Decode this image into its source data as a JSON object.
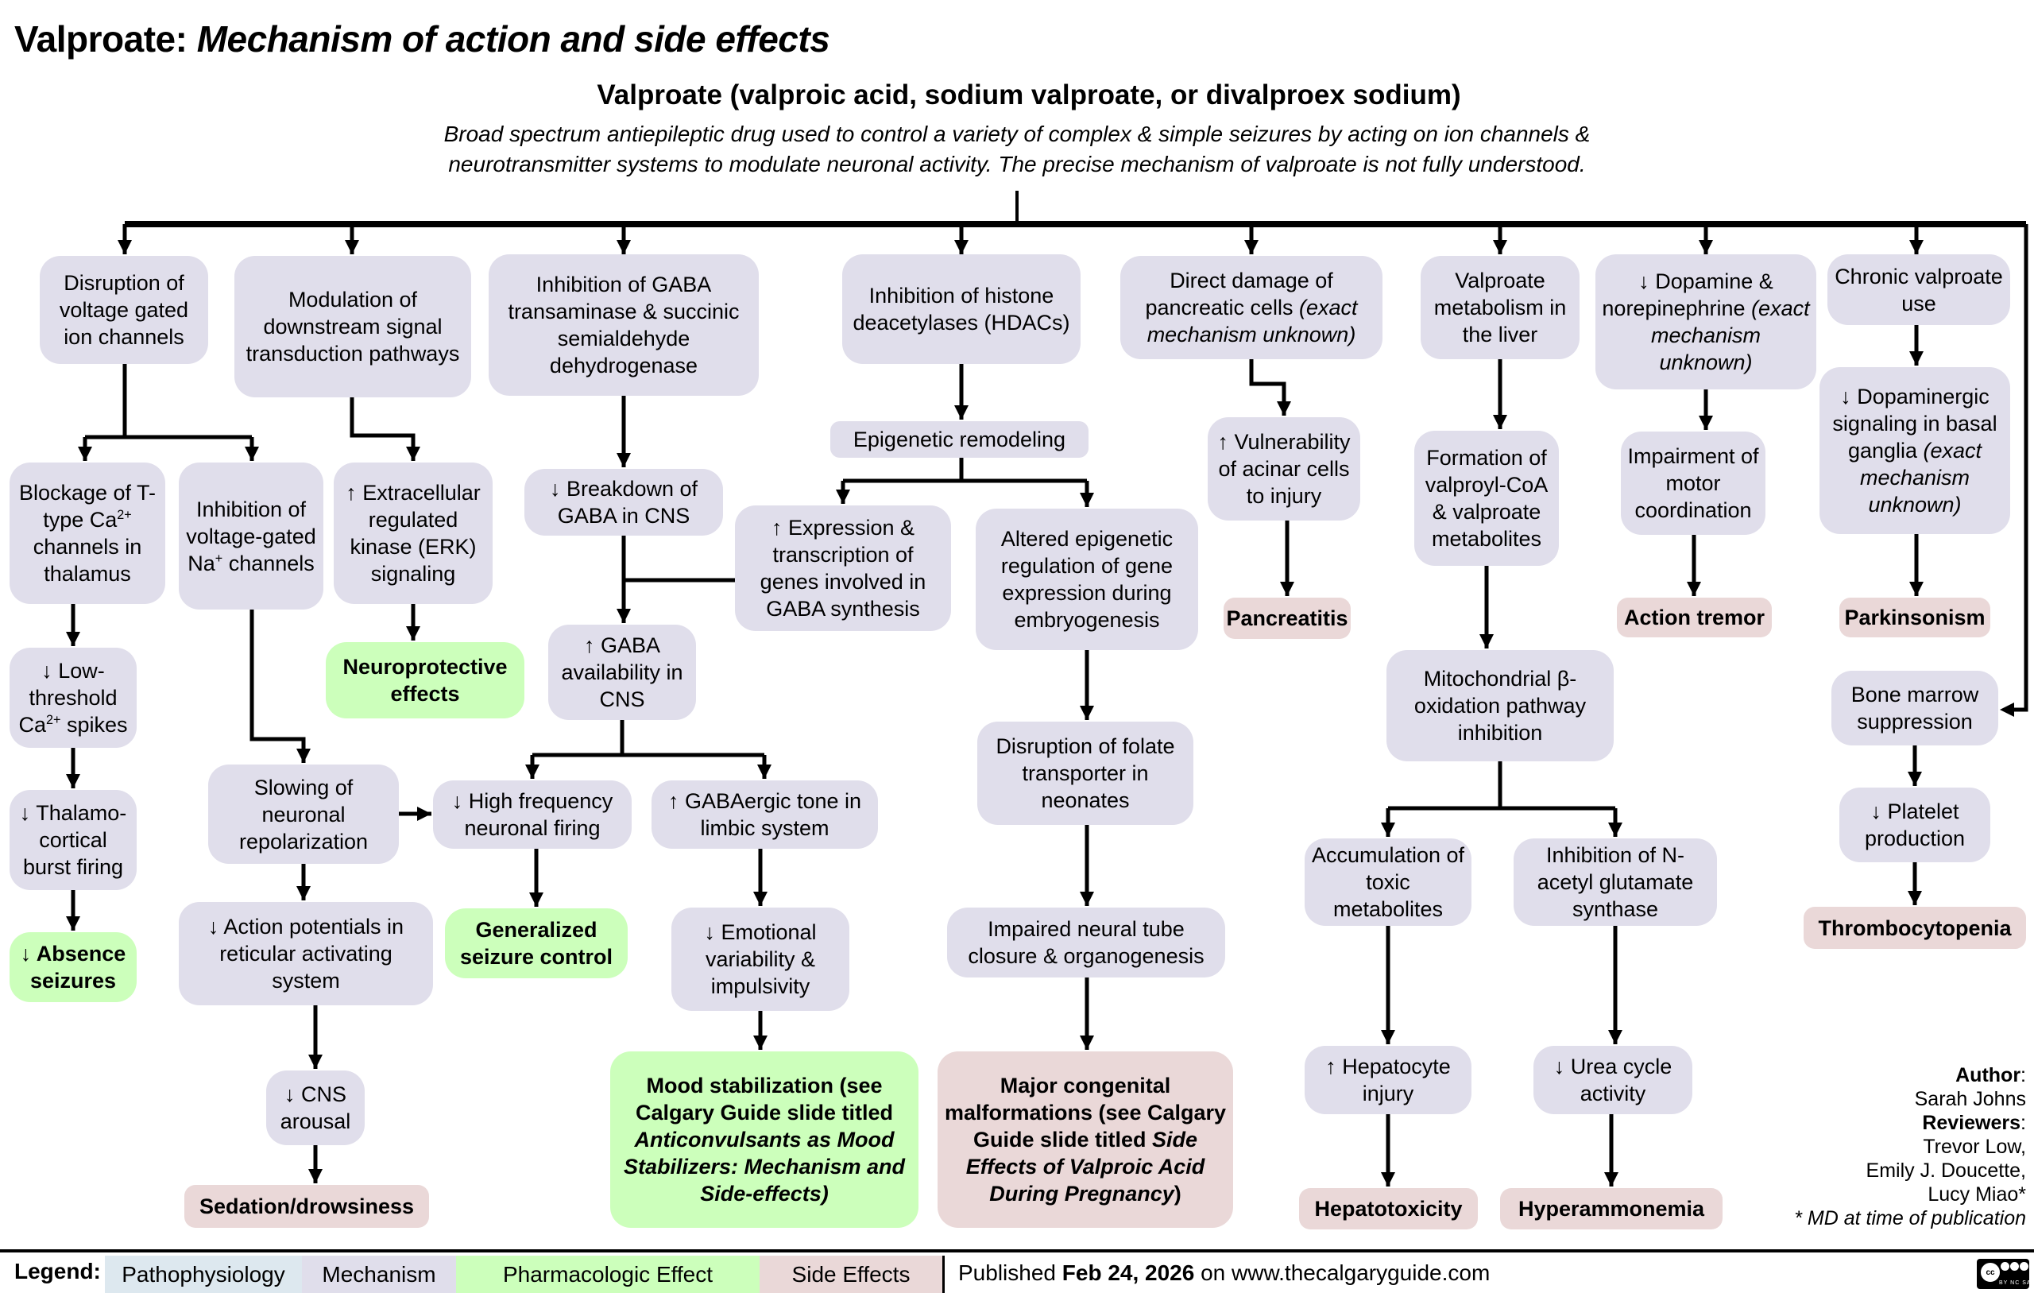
{
  "header": {
    "title_bold": "Valproate:",
    "title_italic": "Mechanism of action and side effects",
    "subtitle": "Valproate (valproic acid, sodium valproate, or divalproex sodium)",
    "description_line1": "Broad spectrum antiepileptic drug used to control a variety of complex & simple seizures by acting on ion channels &",
    "description_line2": "neurotransmitter systems to modulate neuronal activity. The precise mechanism of valproate is not fully understood."
  },
  "nodes": {
    "ion_channels": "Disruption of voltage gated ion channels",
    "signal_transduction": "Modulation of downstream signal transduction pathways",
    "gaba_transaminase": "Inhibition of GABA transaminase & succinic semialdehyde dehydrogenase",
    "hdac": "Inhibition of histone deacetylases (HDACs)",
    "pancreatic_pre": "Direct damage of pancreatic cells ",
    "pancreatic_italic": "(exact mechanism unknown)",
    "liver_metabolism": "Valproate metabolism in the liver",
    "dopamine_pre": "↓ Dopamine & norepinephrine ",
    "dopamine_italic": "(exact mechanism unknown)",
    "chronic_use": "Chronic valproate use",
    "t_type_pre": "Blockage of T-type Ca",
    "t_type_sup": "2+",
    "t_type_post": " channels in thalamus",
    "na_pre": "Inhibition of voltage-gated Na",
    "na_sup": "+",
    "na_post": " channels",
    "erk": "↑ Extracellular regulated kinase (ERK) signaling",
    "neuroprotective": "Neuroprotective effects",
    "gaba_breakdown": "↓ Breakdown of GABA in CNS",
    "epigenetic": "Epigenetic remodeling",
    "gaba_expression": "↑ Expression & transcription of genes involved in GABA synthesis",
    "altered_epigenetic": "Altered epigenetic regulation of gene expression during embryogenesis",
    "gaba_availability": "↑ GABA availability in CNS",
    "low_threshold_pre": "↓ Low-threshold Ca",
    "low_threshold_sup": "2+",
    "low_threshold_post": " spikes",
    "thalamocortical": "↓ Thalamo-cortical burst firing",
    "absence_seizures": "↓ Absence seizures",
    "slowing_repolarization": "Slowing of neuronal repolarization",
    "high_freq": "↓ High frequency neuronal firing",
    "gabaergic_tone": "↑ GABAergic tone in limbic system",
    "folate": "Disruption of folate transporter in neonates",
    "action_potentials": "↓ Action potentials in reticular activating system",
    "generalized_control": "Generalized seizure control",
    "emotional": "↓ Emotional variability & impulsivity",
    "neural_tube": "Impaired neural tube closure & organogenesis",
    "cns_arousal": "↓ CNS arousal",
    "sedation": "Sedation/drowsiness",
    "mood_pre": "Mood stabilization (see Calgary Guide slide titled ",
    "mood_italic": "Anticonvulsants as Mood Stabilizers: Mechanism and Side-effects)",
    "congenital_pre": "Major congenital malformations (see Calgary Guide slide titled ",
    "congenital_italic": "Side Effects of Valproic Acid During Pregnancy",
    "congenital_post": ")",
    "acinar": "↑ Vulnerability of acinar cells to injury",
    "pancreatitis": "Pancreatitis",
    "valproyl_coa": "Formation of valproyl-CoA & valproate metabolites",
    "mito_beta": "Mitochondrial β-oxidation pathway inhibition",
    "toxic_metabolites": "Accumulation of toxic metabolites",
    "nags": "Inhibition of N-acetyl glutamate synthase",
    "hepatocyte": "↑ Hepatocyte injury",
    "urea_cycle": "↓ Urea cycle activity",
    "hepatotoxicity": "Hepatotoxicity",
    "hyperammonemia": "Hyperammonemia",
    "motor_coord": "Impairment of motor coordination",
    "action_tremor": "Action tremor",
    "dopaminergic_pre": "↓ Dopaminergic signaling in basal ganglia ",
    "dopaminergic_italic": "(exact mechanism unknown)",
    "parkinsonism": "Parkinsonism",
    "bone_marrow": "Bone marrow suppression",
    "platelet": "↓ Platelet production",
    "thrombocytopenia": "Thrombocytopenia"
  },
  "credits": {
    "author_label": "Author",
    "author": "Sarah Johns",
    "reviewers_label": "Reviewers",
    "reviewer1": "Trevor Low,",
    "reviewer2": "Emily J. Doucette,",
    "reviewer3": "Lucy Miao*",
    "note": "* MD at time of publication"
  },
  "legend": {
    "label": "Legend:",
    "items": [
      {
        "label": "Pathophysiology",
        "color": "#dde8ef"
      },
      {
        "label": "Mechanism",
        "color": "#e0deeb"
      },
      {
        "label": "Pharmacologic Effect",
        "color": "#ccffbb"
      },
      {
        "label": "Side Effects",
        "color": "#ead8d8"
      }
    ]
  },
  "footer": {
    "published_prefix": "Published ",
    "published_date": "Feb 24, 2026",
    "published_suffix": " on www.thecalgaryguide.com",
    "license_badge": "cc",
    "license_terms": "BY  NC  SA"
  }
}
